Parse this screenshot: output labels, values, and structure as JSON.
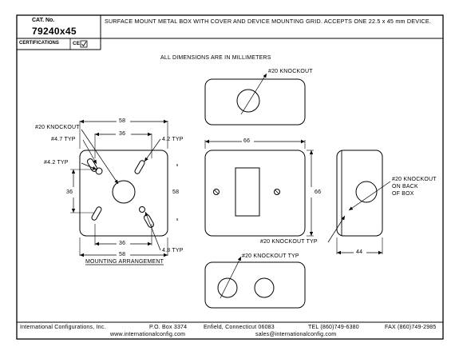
{
  "header": {
    "cat_label": "CAT. No.",
    "cat_number": "79240x45",
    "certifications_label": "CERTIFICATIONS",
    "ce_mark": "CE",
    "description": "SURFACE MOUNT METAL BOX WITH COVER AND DEVICE MOUNTING GRID. ACCEPTS ONE 22.5 x 45 mm DEVICE."
  },
  "drawing": {
    "dimensions_note": "ALL DIMENSIONS ARE IN MILLIMETERS",
    "top_view": {
      "knockout_label": "#20 KNOCKOUT"
    },
    "mounting": {
      "dim_58_top": "58",
      "dim_36_top": "36",
      "knockout_label": "#20 KNOCKOUT",
      "hole_47": "#4.7 TYP",
      "hole_42_right": "4.2 TYP",
      "hole_42_left": "#4.2 TYP",
      "dim_36_left": "36",
      "dim_58_right": "58",
      "dim_36_bottom": "36",
      "dim_58_bottom": "58",
      "hole_48": "4.8 TYP",
      "caption": "MOUNTING ARRANGEMENT"
    },
    "front_view": {
      "dim_66_width": "66",
      "dim_66_height": "66",
      "knockout_typ": "#20 KNOCKOUT TYP"
    },
    "side_view": {
      "knockout_back_line1": "#20 KNOCKOUT",
      "knockout_back_line2": "ON BACK",
      "knockout_back_line3": "OF BOX",
      "dim_44": "44"
    },
    "bottom_view": {
      "knockout_typ": "#20 KNOCKOUT TYP"
    }
  },
  "footer": {
    "company": "International Configurations, Inc.",
    "po_box": "P.O. Box 3374",
    "city": "Enfield, Connecticut 06083",
    "tel": "TEL (860)749-6380",
    "fax": "FAX (860)749-2985",
    "website": "www.internationalconfig.com",
    "email": "sales@internationalconfig.com"
  }
}
